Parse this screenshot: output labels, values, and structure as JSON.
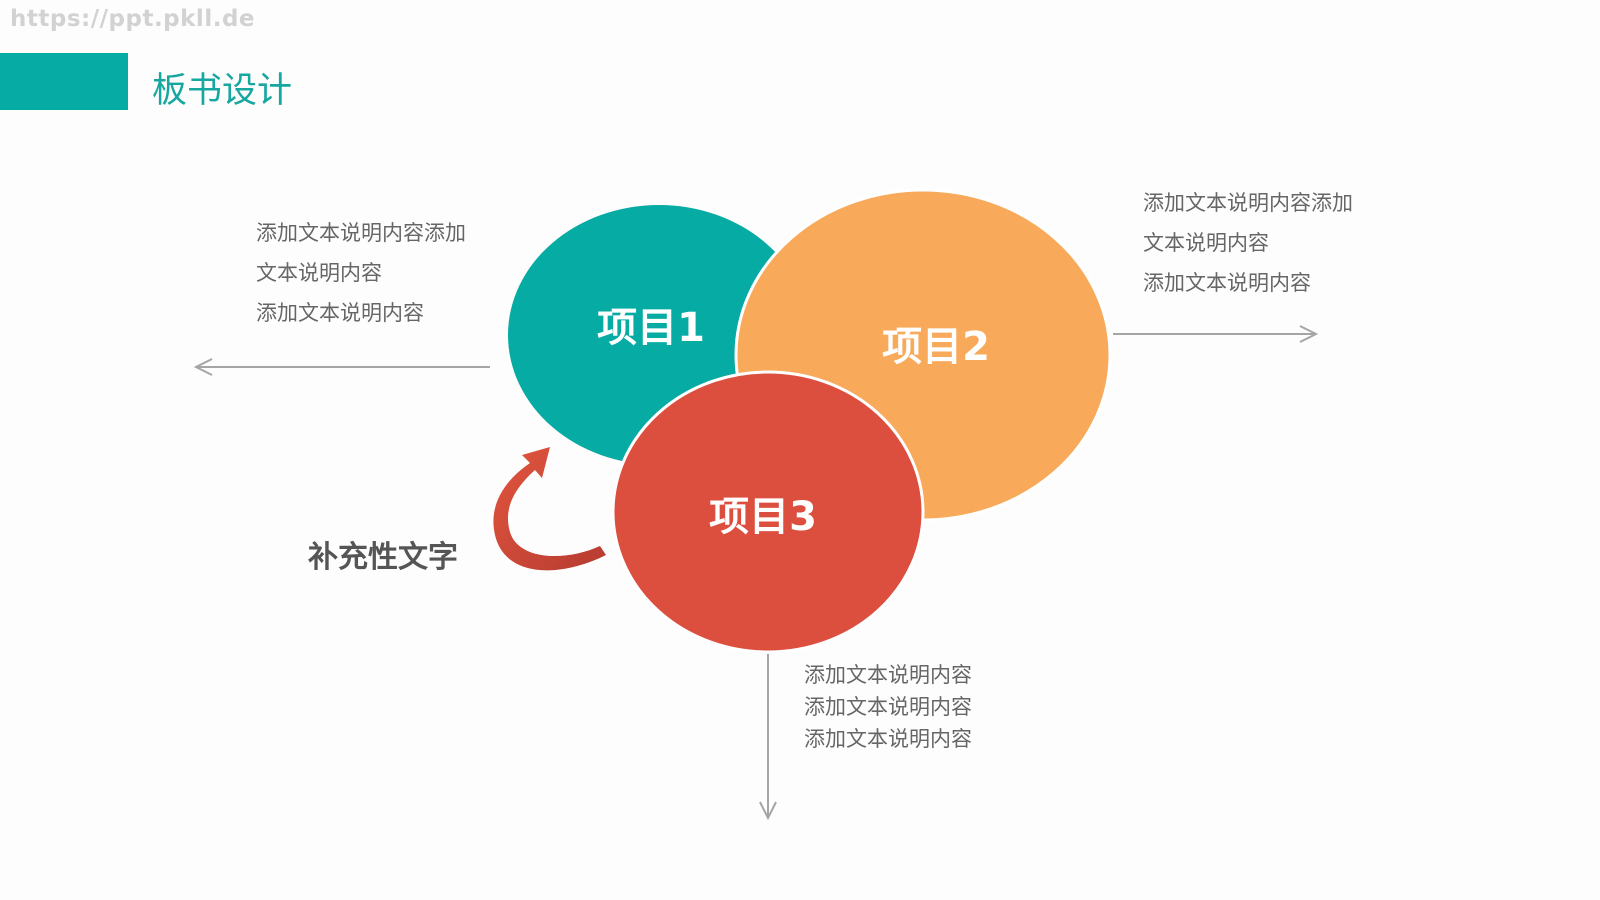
{
  "watermark": "https://ppt.pkll.de",
  "header": {
    "title": "板书设计",
    "accent_color": "#06aba3"
  },
  "diagram": {
    "items": [
      {
        "label": "项目1",
        "color": "#06aba3"
      },
      {
        "label": "项目2",
        "color": "#f8a95a"
      },
      {
        "label": "项目3",
        "color": "#dc4e3e"
      }
    ],
    "descriptions": {
      "left": [
        "添加文本说明内容添加",
        "文本说明内容",
        "添加文本说明内容"
      ],
      "right": [
        "添加文本说明内容添加",
        "文本说明内容",
        "添加文本说明内容"
      ],
      "bottom": [
        "添加文本说明内容",
        "添加文本说明内容",
        "添加文本说明内容"
      ]
    },
    "supplement_text": "补充性文字",
    "arrow_color": "#a5a5a5",
    "curved_arrow_color": "#d9503f"
  }
}
